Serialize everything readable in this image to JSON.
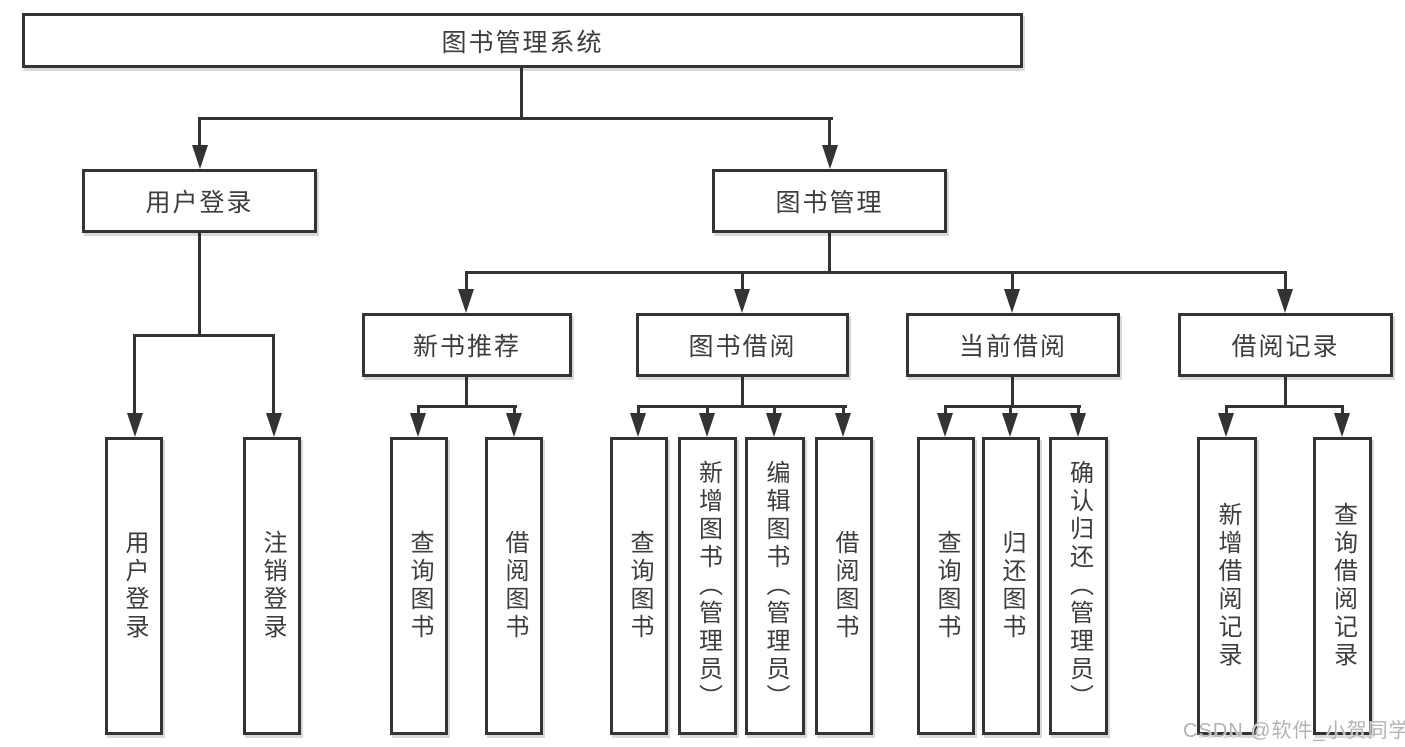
{
  "tree": {
    "label": "图书管理系统",
    "children": [
      {
        "label": "用户登录",
        "children": [
          {
            "label": "用户登录"
          },
          {
            "label": "注销登录"
          }
        ]
      },
      {
        "label": "图书管理",
        "children": [
          {
            "label": "新书推荐",
            "children": [
              {
                "label": "查询图书"
              },
              {
                "label": "借阅图书"
              }
            ]
          },
          {
            "label": "图书借阅",
            "children": [
              {
                "label": "查询图书"
              },
              {
                "label": "新增图书（管理员）"
              },
              {
                "label": "编辑图书（管理员）"
              },
              {
                "label": "借阅图书"
              }
            ]
          },
          {
            "label": "当前借阅",
            "children": [
              {
                "label": "查询图书"
              },
              {
                "label": "归还图书"
              },
              {
                "label": "确认归还（管理员）"
              }
            ]
          },
          {
            "label": "借阅记录",
            "children": [
              {
                "label": "新增借阅记录"
              },
              {
                "label": "查询借阅记录"
              }
            ]
          }
        ]
      }
    ]
  },
  "watermark": "CSDN @软件_小贺同学",
  "colors": {
    "line": "#333333",
    "box_border": "#333333",
    "text": "#3d3d3d",
    "watermark": "#b3b3b3",
    "background": "#ffffff"
  }
}
